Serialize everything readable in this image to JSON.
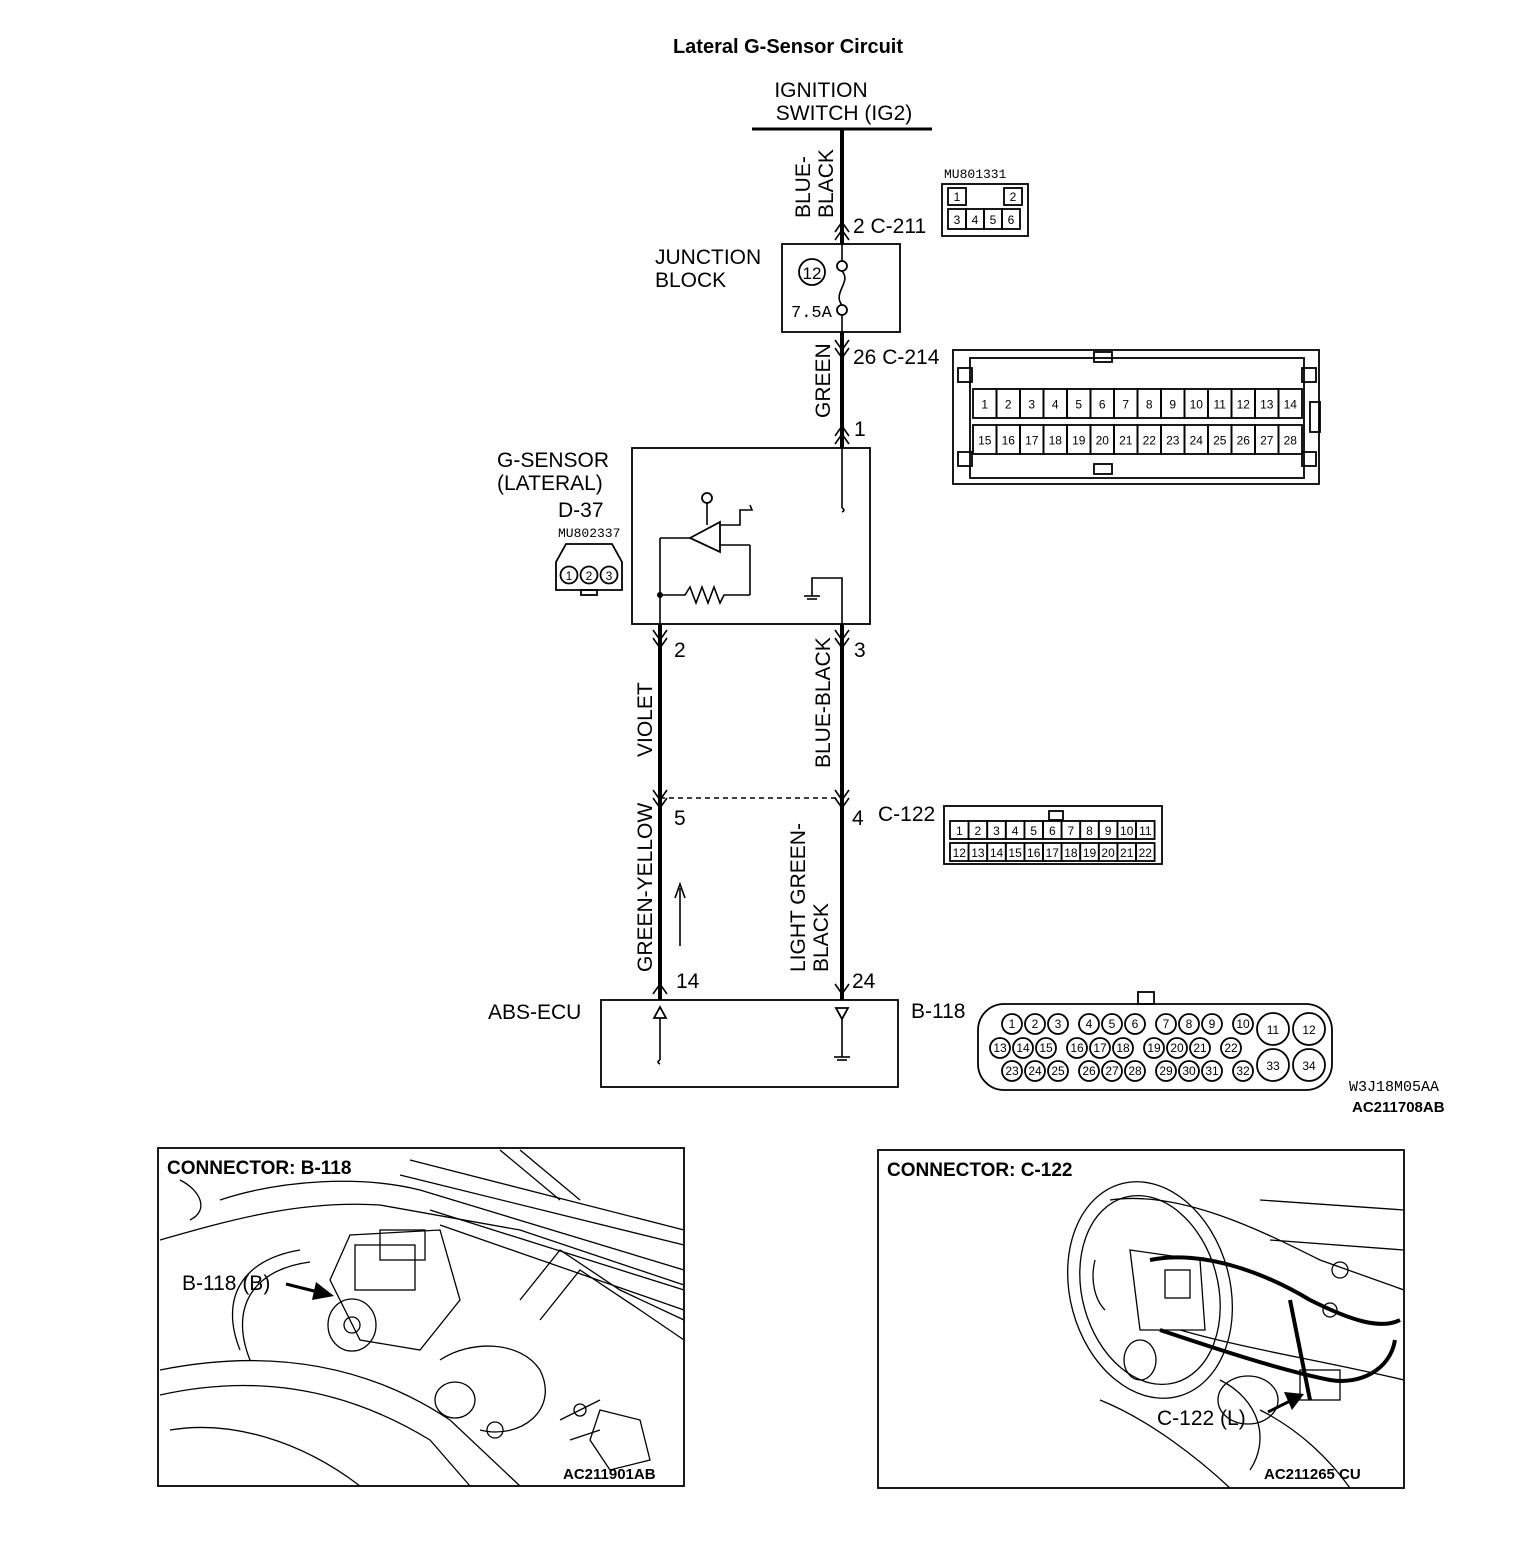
{
  "title": "Lateral G-Sensor Circuit",
  "ignition": {
    "line1": "IGNITION",
    "line2": "SWITCH (IG2)"
  },
  "wires": {
    "top_a": "BLUE-",
    "top_b": "BLACK",
    "green": "GREEN",
    "violet": "VIOLET",
    "blue_black": "BLUE-BLACK",
    "green_yellow": "GREEN-YELLOW",
    "lgb_a": "LIGHT GREEN-",
    "lgb_b": "BLACK"
  },
  "junction": {
    "line1": "JUNCTION",
    "line2": "BLOCK",
    "fuse_no": "12",
    "rating": "7.5A"
  },
  "sensor": {
    "line1": "G-SENSOR",
    "line2": "(LATERAL)",
    "conn": "D-37",
    "part": "MU802337",
    "pins": [
      "1",
      "2",
      "3"
    ]
  },
  "ecu": {
    "label": "ABS-ECU"
  },
  "pins": {
    "c211": "2 C-211",
    "c214": "26 C-214",
    "s1": "1",
    "s2": "2",
    "s3": "3",
    "p5": "5",
    "p4": "4",
    "c122": "C-122",
    "p14": "14",
    "p24": "24",
    "b118": "B-118"
  },
  "connectors": {
    "c211_part": "MU801331",
    "c211_top": [
      "1",
      "2"
    ],
    "c211_bottom": [
      "3",
      "4",
      "5",
      "6"
    ],
    "c214_top": [
      "1",
      "2",
      "3",
      "4",
      "5",
      "6",
      "7",
      "8",
      "9",
      "10",
      "11",
      "12",
      "13",
      "14"
    ],
    "c214_bottom": [
      "15",
      "16",
      "17",
      "18",
      "19",
      "20",
      "21",
      "22",
      "23",
      "24",
      "25",
      "26",
      "27",
      "28"
    ],
    "c122_top": [
      "1",
      "2",
      "3",
      "4",
      "5",
      "6",
      "7",
      "8",
      "9",
      "10",
      "11"
    ],
    "c122_bottom": [
      "12",
      "13",
      "14",
      "15",
      "16",
      "17",
      "18",
      "19",
      "20",
      "21",
      "22"
    ],
    "b118_big": [
      "11",
      "12",
      "33",
      "34"
    ]
  },
  "codes": {
    "c1": "W3J18M05AA",
    "c2": "AC211708AB"
  },
  "panels": {
    "left_title": "CONNECTOR: B-118",
    "left_callout": "B-118 (B)",
    "left_code": "AC211901AB",
    "right_title": "CONNECTOR: C-122",
    "right_callout": "C-122 (L)",
    "right_code": "AC211265 CU"
  }
}
